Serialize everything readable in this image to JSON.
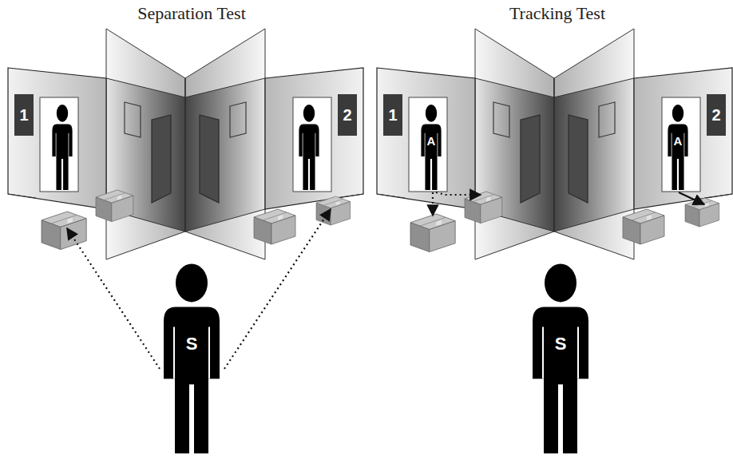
{
  "diagram": {
    "nodes": [
      {
        "text": [
          "1"
        ]
      },
      {
        "text": [
          "2"
        ]
      },
      {
        "text": [
          "S"
        ]
      },
      {
        "text": [
          "1"
        ]
      },
      {
        "text": [
          "A"
        ]
      },
      {
        "text": [
          "A"
        ]
      },
      {
        "text": [
          "2"
        ]
      },
      {
        "text": [
          "S"
        ]
      }
    ],
    "labels": [
      "Separation Test",
      "Tracking Test"
    ]
  }
}
